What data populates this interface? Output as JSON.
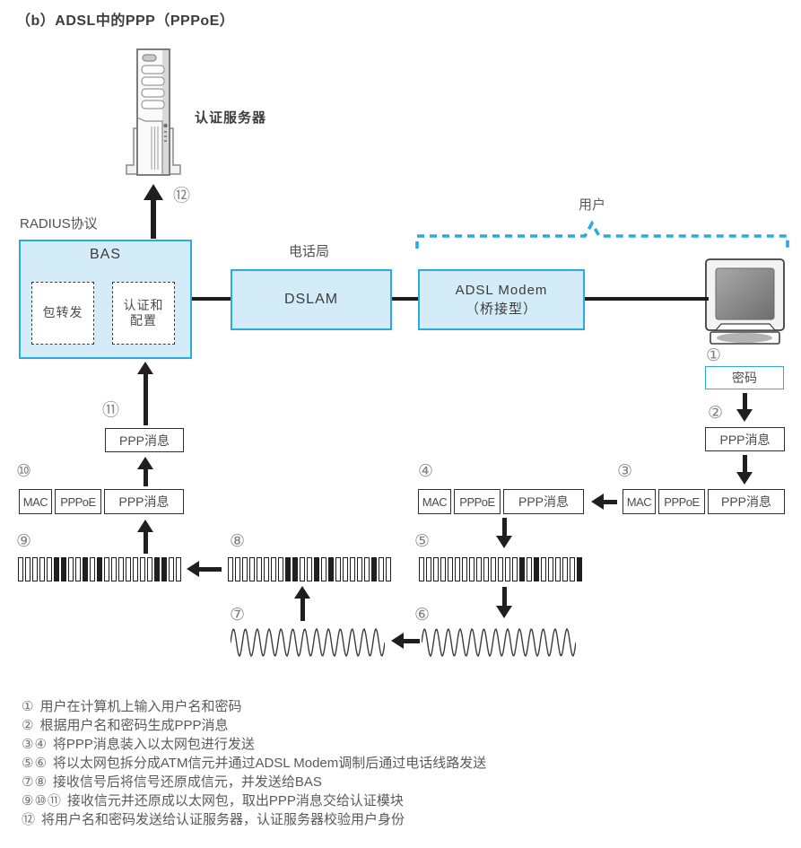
{
  "title": "（b）ADSL中的PPP（PPPoE）",
  "colors": {
    "accent_blue": "#29abe2",
    "node_fill": "#d4ebf8",
    "ink": "#1f1f1f",
    "text_gray": "#525252"
  },
  "nodes": {
    "auth_server_label": "认证服务器",
    "radius_label": "RADIUS协议",
    "bas_title": "BAS",
    "bas_module_forward": "包转发",
    "bas_module_auth_line1": "认证和",
    "bas_module_auth_line2": "配置",
    "central_office_label": "电话局",
    "dslam_label": "DSLAM",
    "adsl_modem_line1": "ADSL Modem",
    "adsl_modem_line2": "（桥接型）",
    "user_label": "用户",
    "password_label": "密码",
    "ppp_message_label": "PPP消息",
    "mac_label": "MAC",
    "pppoe_label": "PPPoE"
  },
  "step_numbers": {
    "n1": "①",
    "n2": "②",
    "n3": "③",
    "n4": "④",
    "n5": "⑤",
    "n6": "⑥",
    "n7": "⑦",
    "n8": "⑧",
    "n9": "⑨",
    "n10": "⑩",
    "n11": "⑪",
    "n12": "⑫"
  },
  "legend": [
    {
      "num": "①",
      "text": "用户在计算机上输入用户名和密码"
    },
    {
      "num": "②",
      "text": "根据用户名和密码生成PPP消息"
    },
    {
      "num": "③④",
      "text": "将PPP消息装入以太网包进行发送"
    },
    {
      "num": "⑤⑥",
      "text": "将以太网包拆分成ATM信元并通过ADSL Modem调制后通过电话线路发送"
    },
    {
      "num": "⑦⑧",
      "text": "接收信号后将信号还原成信元，并发送给BAS"
    },
    {
      "num": "⑨⑩⑪",
      "text": "接收信元并还原成以太网包，取出PPP消息交给认证模块"
    },
    {
      "num": "⑫",
      "text": "将用户名和密码发送给认证服务器，认证服务器校验用户身份"
    }
  ],
  "cell_streams": {
    "s5": {
      "count": 23,
      "filled": [
        14,
        16,
        22
      ]
    },
    "s8": {
      "count": 23,
      "filled": [
        8,
        9,
        12,
        14,
        20
      ]
    },
    "s9": {
      "count": 23,
      "filled": [
        5,
        6,
        9,
        11,
        19,
        20
      ]
    }
  },
  "waves": {
    "s6": {
      "cycles": 13
    },
    "s7": {
      "cycles": 13
    }
  }
}
